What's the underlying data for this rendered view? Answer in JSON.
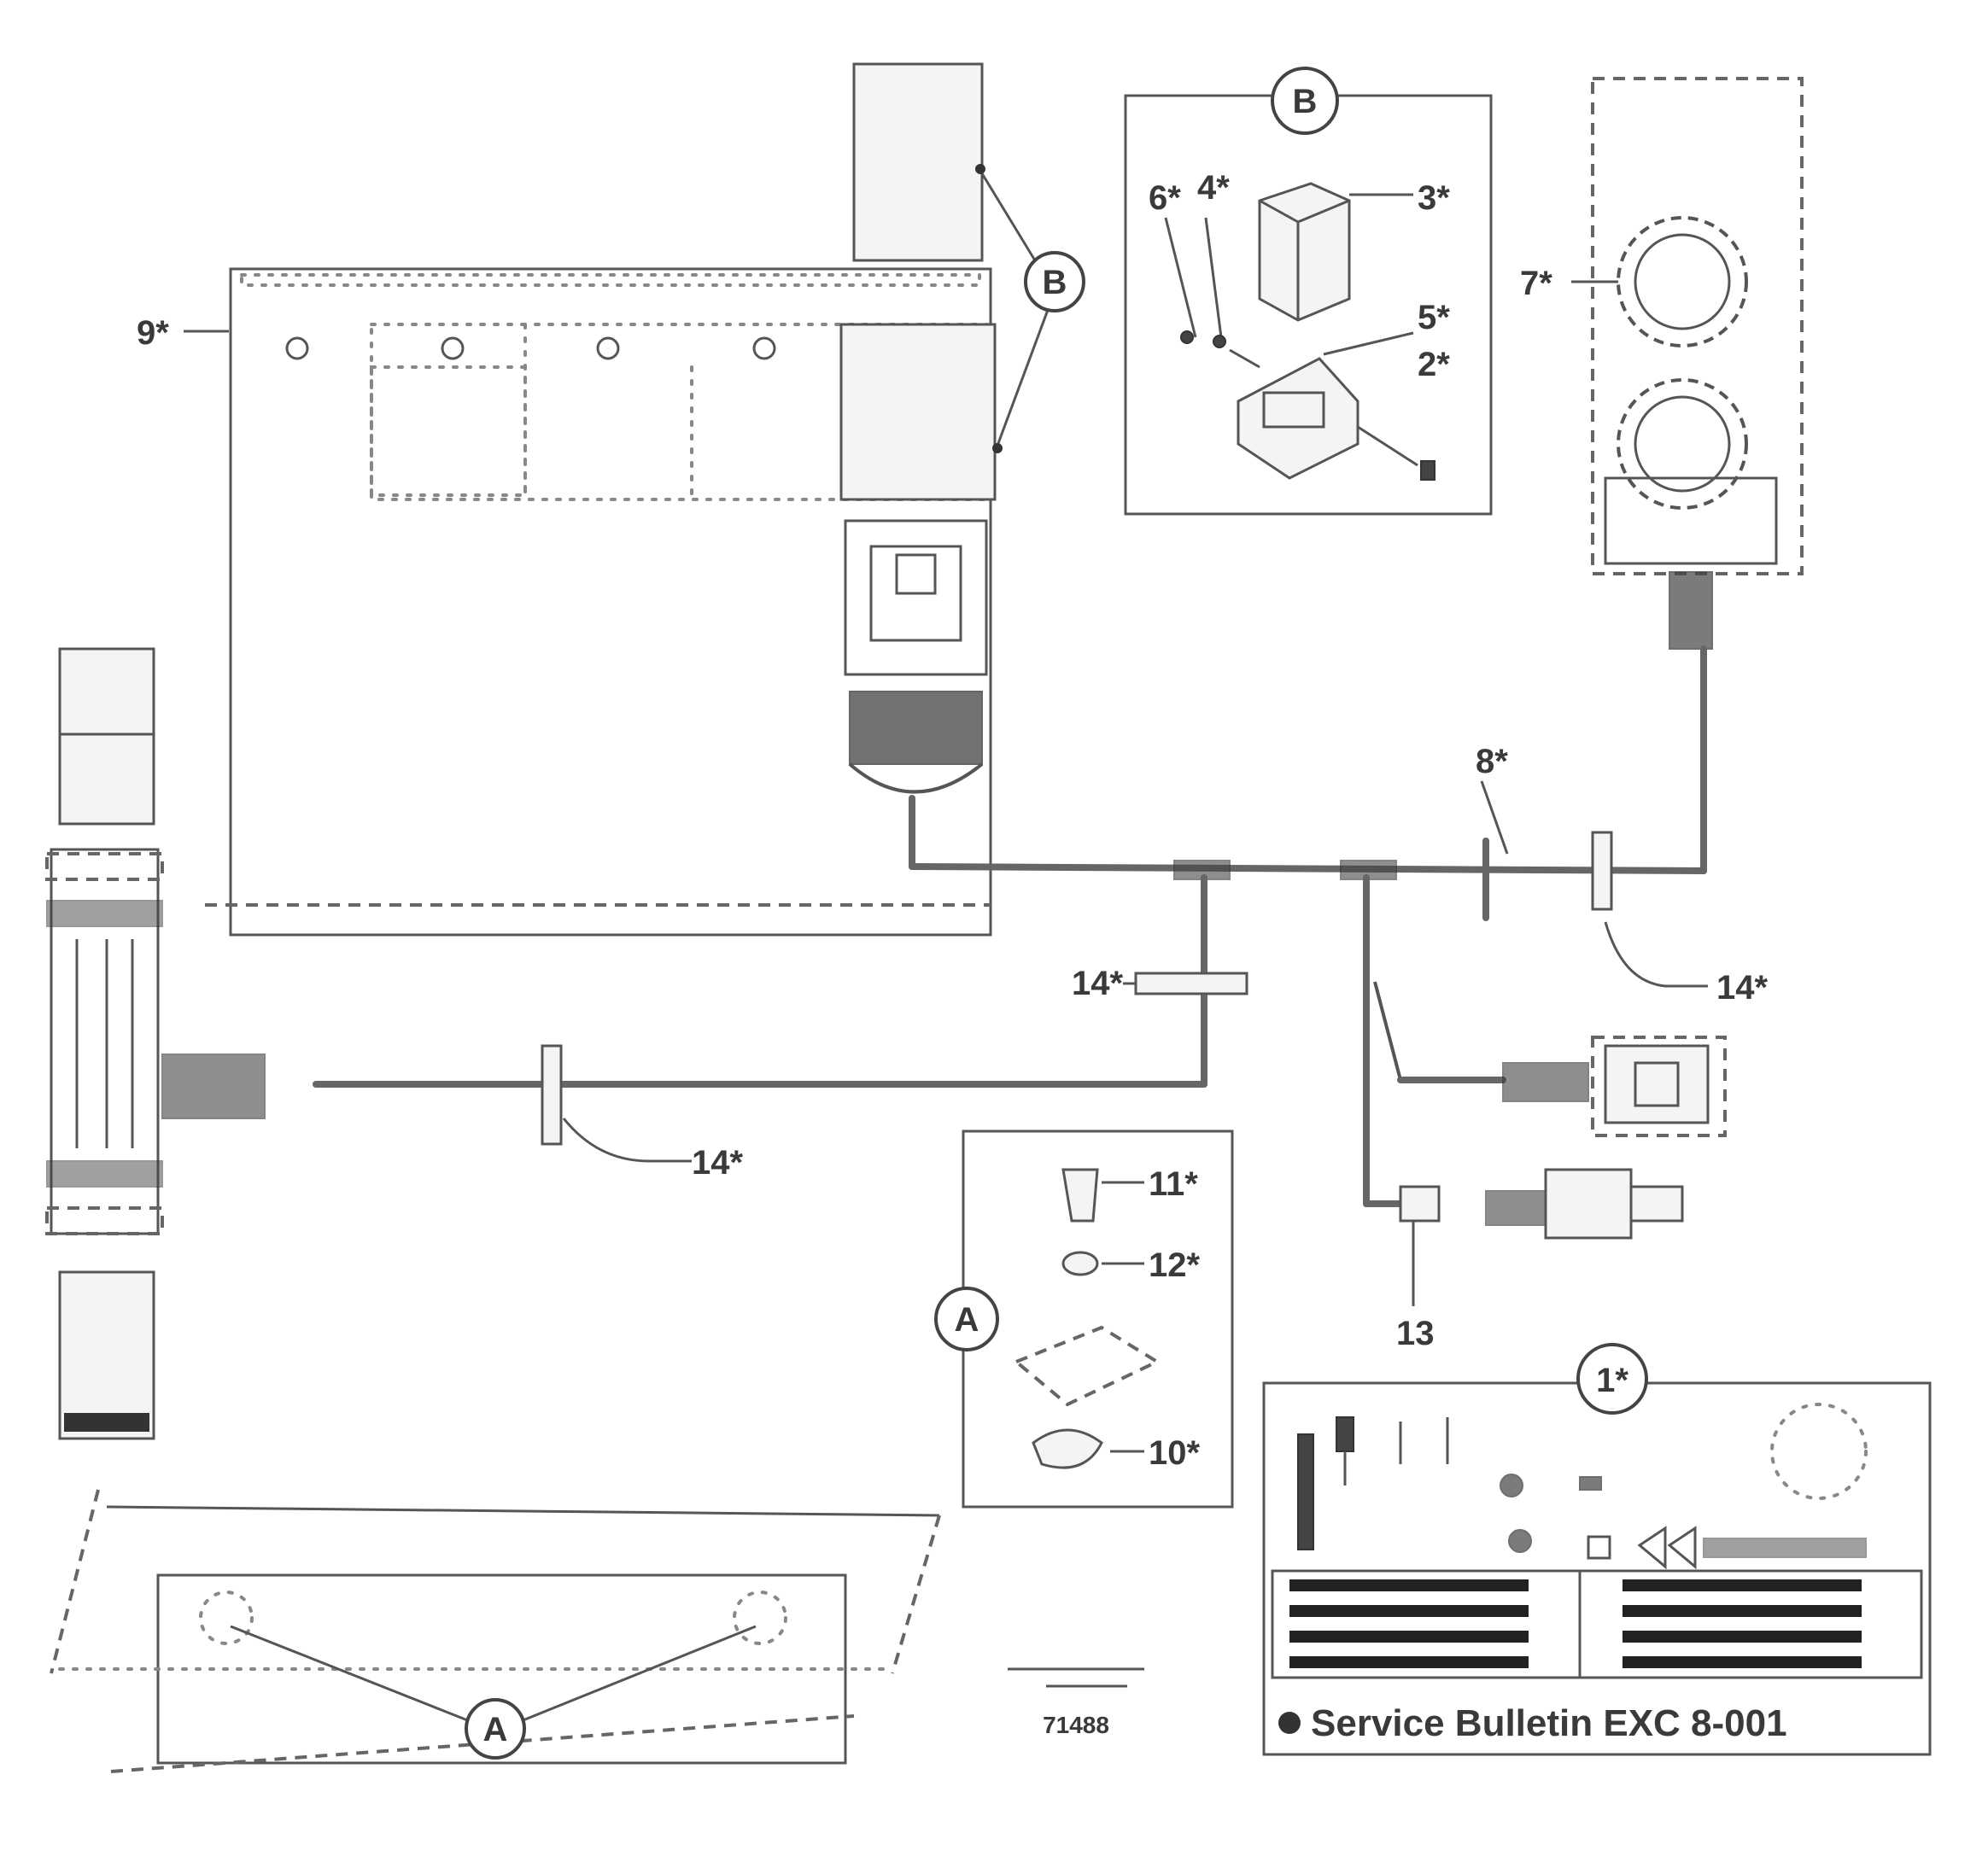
{
  "labels": {
    "L1": "1*",
    "L2": "2*",
    "L3": "3*",
    "L4": "4*",
    "L5": "5*",
    "L6": "6*",
    "L7": "7*",
    "L8": "8*",
    "L9": "9*",
    "L10": "10*",
    "L11": "11*",
    "L12": "12*",
    "L13": "13",
    "L14": "14*"
  },
  "callouts": {
    "detail_a": "A",
    "detail_b": "B"
  },
  "service_bulletin": "Service Bulletin EXC 8-001",
  "figure_code": "71488"
}
